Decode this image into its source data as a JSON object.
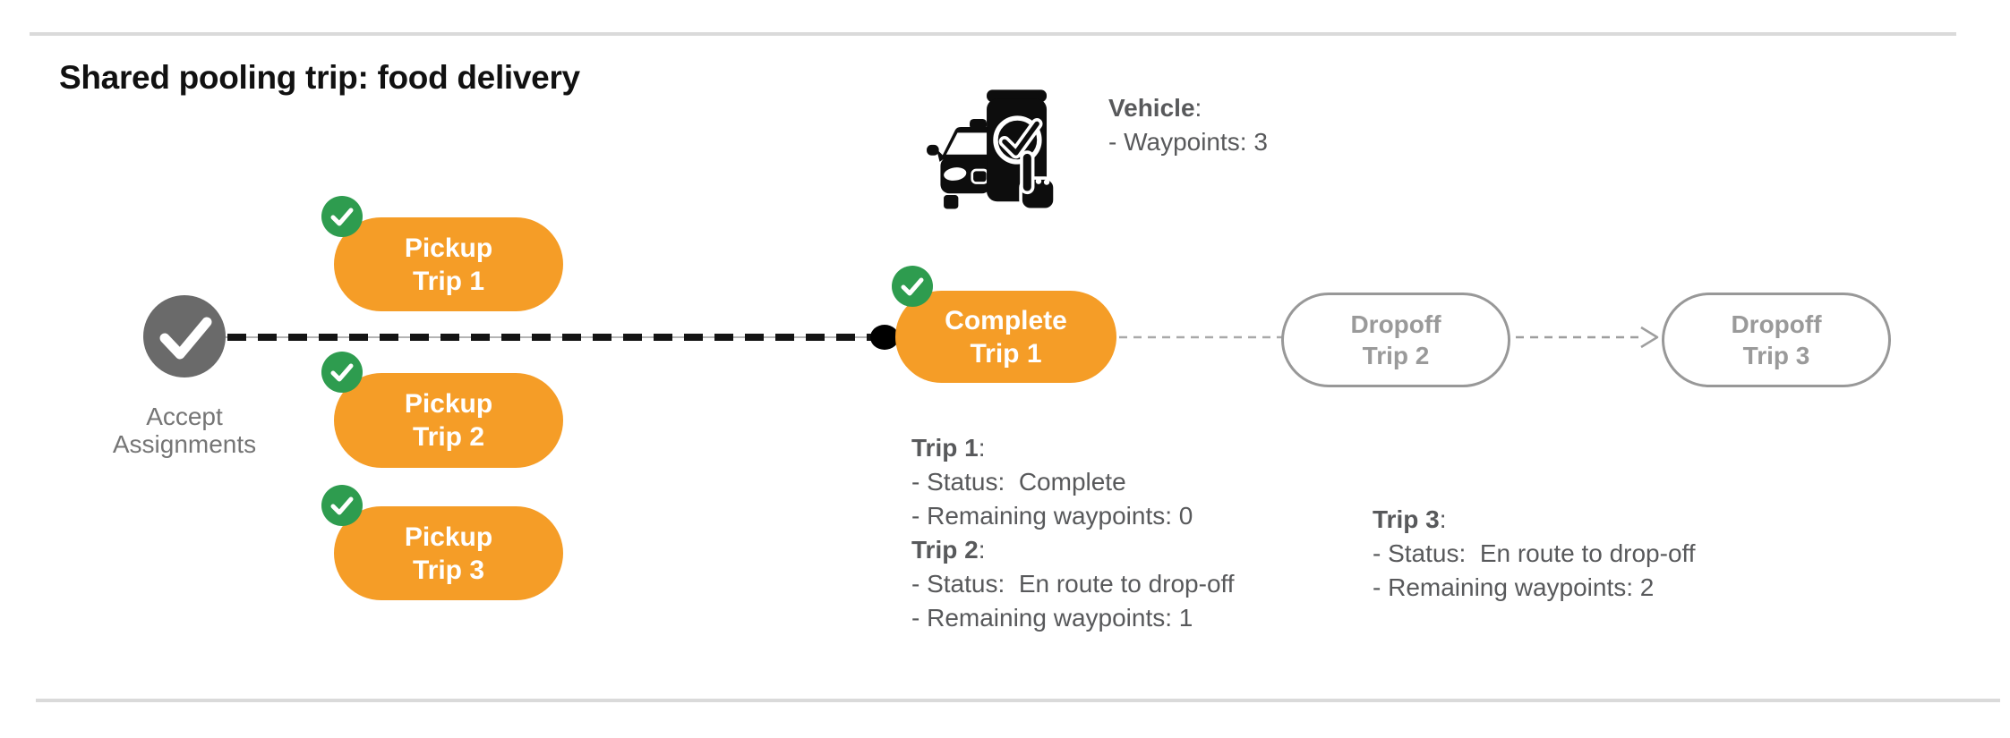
{
  "title": "Shared pooling trip: food delivery",
  "vehicle": {
    "icon": "vehicle-phone-check-icon",
    "label": "Vehicle",
    "colon": ":",
    "waypoints_line": "- Waypoints: 3"
  },
  "flow": {
    "start": {
      "icon": "check-icon",
      "label_line1": "Accept",
      "label_line2": "Assignments"
    },
    "pickups": [
      {
        "badge_icon": "check-badge-icon",
        "line1": "Pickup",
        "line2": "Trip 1"
      },
      {
        "badge_icon": "check-badge-icon",
        "line1": "Pickup",
        "line2": "Trip 2"
      },
      {
        "badge_icon": "check-badge-icon",
        "line1": "Pickup",
        "line2": "Trip 3"
      }
    ],
    "complete": {
      "badge_icon": "check-badge-icon",
      "line1": "Complete",
      "line2": "Trip 1"
    },
    "dropoffs": [
      {
        "line1": "Dropoff",
        "line2": "Trip 2"
      },
      {
        "line1": "Dropoff",
        "line2": "Trip 3"
      }
    ]
  },
  "trip_details": {
    "colon": ":",
    "block1": [
      {
        "name": "Trip 1",
        "lines": [
          "- Status:  Complete",
          "- Remaining waypoints: 0"
        ]
      },
      {
        "name": "Trip 2",
        "lines": [
          "- Status:  En route to drop-off",
          "- Remaining waypoints: 1"
        ]
      }
    ],
    "block2": [
      {
        "name": "Trip 3",
        "lines": [
          "- Status:  En route to drop-off",
          "- Remaining waypoints: 2"
        ]
      }
    ]
  },
  "colors": {
    "orange": "#F59D27",
    "green": "#2E9C4F",
    "gray_node": "#6A6A6A",
    "text_dark_gray": "#58595B",
    "text_light_gray": "#757575",
    "dropoff_gray": "#9A9A9A",
    "rule_gray": "#DADADA",
    "line_black": "#141414",
    "dash_gray": "#A9A9A9"
  }
}
